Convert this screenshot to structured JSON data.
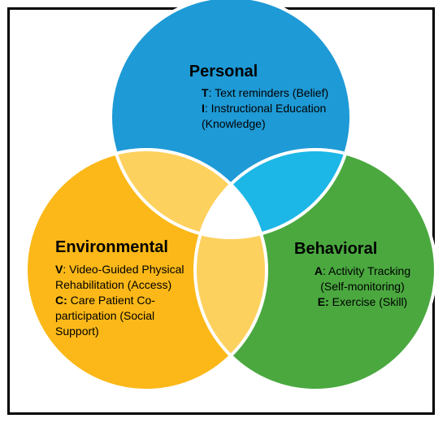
{
  "colors": {
    "personal": "#1e9ad6",
    "environmental": "#fbb818",
    "behavioral": "#4aa83f",
    "overlap_personal_environmental": "#fdd15e",
    "overlap_personal_behavioral": "#1cb7e6",
    "overlap_environmental_behavioral": "#fdd15e",
    "center": "#ffffff",
    "outline": "#ffffff",
    "frame": "#000000"
  },
  "personal": {
    "title": "Personal",
    "lines": [
      {
        "key": "T",
        "text": ": Text reminders (Belief)"
      },
      {
        "key": "I",
        "text": ": Instructional Education"
      },
      {
        "key": "",
        "text": "(Knowledge)"
      }
    ]
  },
  "environmental": {
    "title": "Environmental",
    "lines": [
      {
        "key": "V",
        "text": ": Video-Guided Physical"
      },
      {
        "key": "",
        "text": "Rehabilitation (Access)"
      },
      {
        "key": "C:",
        "text": " Care Patient Co-"
      },
      {
        "key": "",
        "text": "participation (Social"
      },
      {
        "key": "",
        "text": "Support)"
      }
    ]
  },
  "behavioral": {
    "title": "Behavioral",
    "lines": [
      {
        "key": "A",
        "text": ": Activity Tracking"
      },
      {
        "key": "",
        "text": "(Self-monitoring)"
      },
      {
        "key": "E:",
        "text": " Exercise (Skill)"
      }
    ]
  }
}
